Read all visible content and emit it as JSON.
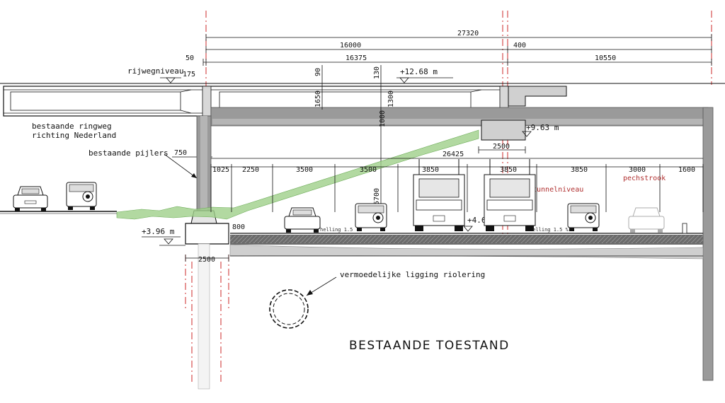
{
  "title": "BESTAANDE TOESTAND",
  "dimensions": {
    "top_total": "27320",
    "top_16000": "16000",
    "top_400": "400",
    "d_50": "50",
    "d_16375": "16375",
    "d_10550": "10550",
    "d_175": "175",
    "d_90": "90",
    "d_130": "130",
    "d_1650": "1650",
    "d_1300": "1300",
    "d_1000": "1000",
    "d_750": "750",
    "d_2500_upper": "2500",
    "d_26425": "26425",
    "d_5700": "5700",
    "d_800": "800",
    "d_2500_lower": "2500",
    "lanes": [
      "1025",
      "2250",
      "3500",
      "3500",
      "3850",
      "3850",
      "3850",
      "3000",
      "1600"
    ]
  },
  "levels": {
    "l_1268": "+12.68  m",
    "l_963": "+9.63  m",
    "l_468": "+4.68  m",
    "l_396": "+3.96  m"
  },
  "labels": {
    "rijwegniveau": "rijwegniveau",
    "ringweg_line1": "bestaande ringweg",
    "ringweg_line2": "richting Nederland",
    "pijlers": "bestaande pijlers",
    "tunnelniveau": "tunnelniveau",
    "pechstrook": "pechstrook",
    "helling_left": "helling 1.5",
    "helling_right": "helling 1.5  %",
    "riolering": "vermoedelijke ligging riolering"
  },
  "colors": {
    "line": "#111111",
    "axis": "#cc2a2a",
    "concrete": "#9a9a9a",
    "green_slope": "#9fd08a",
    "annotation": "#b03030"
  },
  "icons": [
    "car-icon",
    "suv-icon",
    "truck-icon",
    "sewer-pipe-icon",
    "level-marker-icon"
  ]
}
